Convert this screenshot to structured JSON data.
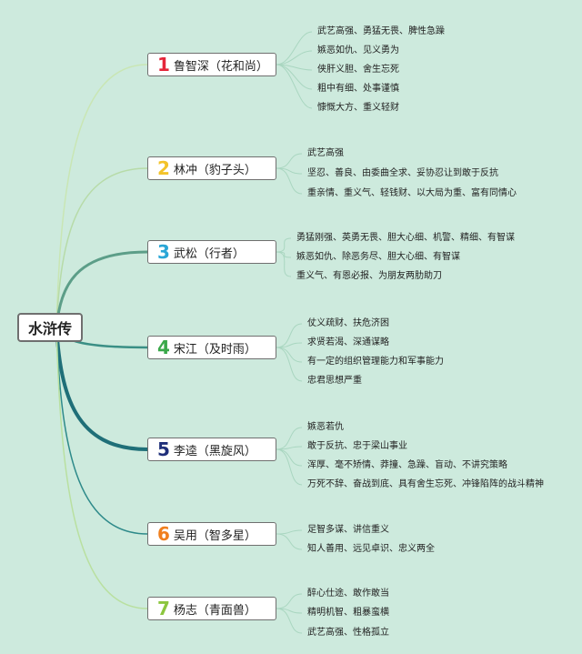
{
  "root": "水浒传",
  "heroes": [
    {
      "num": "1",
      "name": "鲁智深（花和尚）",
      "color": "#e5263a",
      "traits": [
        "武艺高强、勇猛无畏、脾性急躁",
        "嫉恶如仇、见义勇为",
        "侠肝义胆、舍生忘死",
        "粗中有细、处事谨慎",
        "慷慨大方、重义轻财"
      ]
    },
    {
      "num": "2",
      "name": "林冲（豹子头）",
      "color": "#f3c32a",
      "traits": [
        "武艺高强",
        "坚忍、善良、由委曲全求、妥协忍让到敢于反抗",
        "重亲情、重义气、轻钱财、以大局为重、富有同情心"
      ]
    },
    {
      "num": "3",
      "name": "武松（行者）",
      "color": "#2aa6d6",
      "traits": [
        "勇猛刚强、英勇无畏、胆大心细、机警、精细、有智谋",
        "嫉恶如仇、除恶务尽、胆大心细、有智谋",
        "重义气、有恩必报、为朋友两肋助刀"
      ]
    },
    {
      "num": "4",
      "name": "宋江（及时雨）",
      "color": "#3aa84a",
      "traits": [
        "仗义疏财、扶危济困",
        "求贤若渴、深通谋略",
        "有一定的组织管理能力和军事能力",
        "忠君思想严重"
      ]
    },
    {
      "num": "5",
      "name": "李逵（黑旋风）",
      "color": "#1f2f7a",
      "traits": [
        "嫉恶若仇",
        "敢于反抗、忠于梁山事业",
        "浑厚、毫不矫情、莽撞、急躁、盲动、不讲究策略",
        "万死不辞、奋战到底、具有舍生忘死、冲锋陷阵的战斗精神"
      ]
    },
    {
      "num": "6",
      "name": "吴用（智多星）",
      "color": "#f07f1e",
      "traits": [
        "足智多谋、讲信重义",
        "知人善用、远见卓识、忠义两全"
      ]
    },
    {
      "num": "7",
      "name": "杨志（青面兽）",
      "color": "#8cc63e",
      "traits": [
        "醉心仕途、敢作敢当",
        "精明机智、粗暴蛮横",
        "武艺高强、性格孤立"
      ]
    }
  ],
  "colors": {
    "background": "#cdeadd",
    "branch_1": "#c9e6b4",
    "branch_2": "#b7dba8",
    "branch_3": "#5c9e88",
    "branch_4": "#3a8f85",
    "branch_5": "#1f6f78",
    "branch_6": "#2e8a8a",
    "branch_7": "#b9e0a0",
    "leaf_line": "#a9d6c0"
  }
}
